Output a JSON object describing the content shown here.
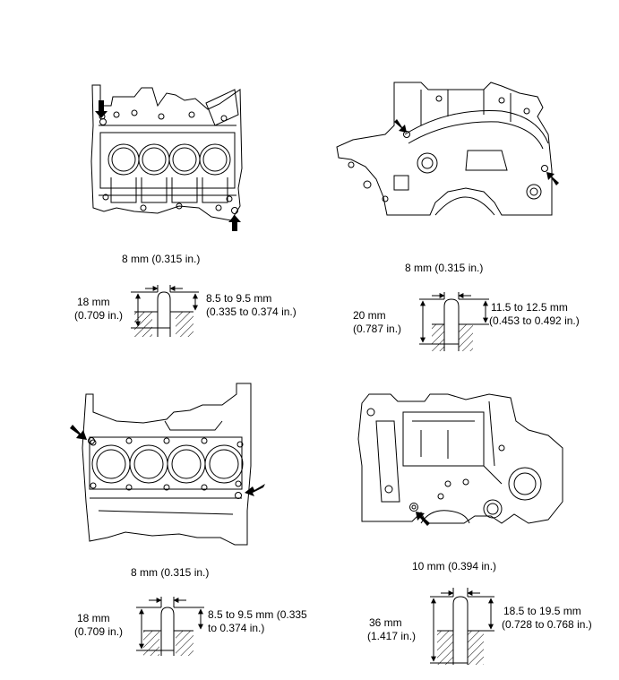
{
  "panels": [
    {
      "id": "top-left",
      "pin_diameter": "8 mm (0.315 in.)",
      "pin_length_line1": "18 mm",
      "pin_length_line2": "(0.709 in.)",
      "protrusion_line1": "8.5 to 9.5 mm",
      "protrusion_line2": "(0.335 to 0.374 in.)"
    },
    {
      "id": "top-right",
      "pin_diameter": "8 mm (0.315 in.)",
      "pin_length_line1": "20 mm",
      "pin_length_line2": "(0.787 in.)",
      "protrusion_line1": "11.5 to 12.5 mm",
      "protrusion_line2": "(0.453 to 0.492 in.)"
    },
    {
      "id": "bottom-left",
      "pin_diameter": "8 mm (0.315 in.)",
      "pin_length_line1": "18 mm",
      "pin_length_line2": "(0.709 in.)",
      "protrusion_line1": "8.5 to 9.5 mm (0.335",
      "protrusion_line2": "to 0.374 in.)"
    },
    {
      "id": "bottom-right",
      "pin_diameter": "10 mm (0.394 in.)",
      "pin_length_line1": "36 mm",
      "pin_length_line2": "(1.417 in.)",
      "protrusion_line1": "18.5 to 19.5 mm",
      "protrusion_line2": "(0.728 to 0.768 in.)"
    }
  ]
}
